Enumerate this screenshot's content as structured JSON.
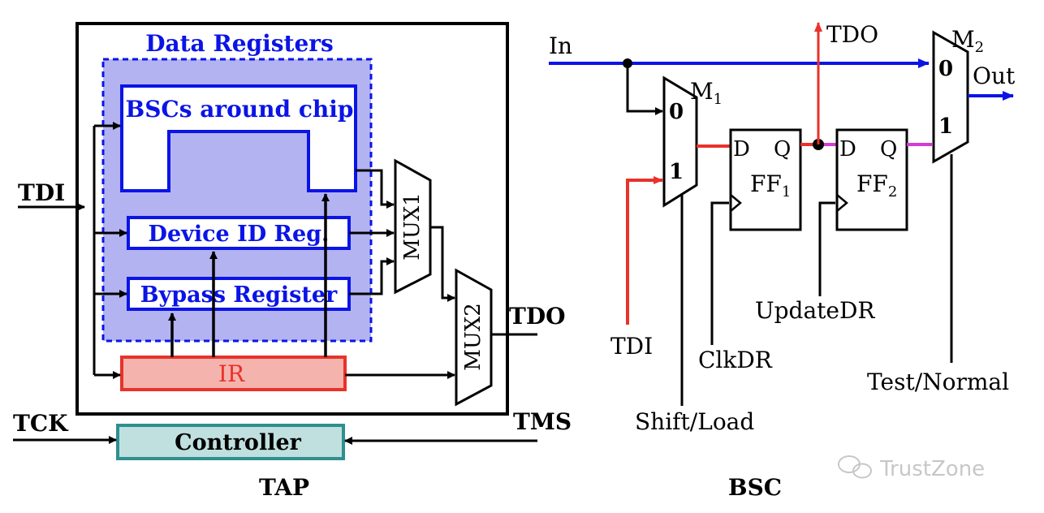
{
  "tap": {
    "caption": "TAP",
    "data_registers_label": "Data Registers",
    "bscs_label": "BSCs around chip",
    "device_id_label": "Device ID Reg.",
    "bypass_label": "Bypass Register",
    "ir_label": "IR",
    "mux1_label": "MUX1",
    "mux2_label": "MUX2",
    "controller_label": "Controller",
    "tdi_label": "TDI",
    "tdo_label": "TDO",
    "tck_label": "TCK",
    "tms_label": "TMS"
  },
  "bsc": {
    "caption": "BSC",
    "in_label": "In",
    "out_label": "Out",
    "tdo_label": "TDO",
    "tdi_label": "TDI",
    "m1_label": "M",
    "m1_sub": "1",
    "m2_label": "M",
    "m2_sub": "2",
    "mux_in0": "0",
    "mux_in1": "1",
    "ff1_label": "FF",
    "ff1_sub": "1",
    "ff2_label": "FF",
    "ff2_sub": "2",
    "d_label": "D",
    "q_label": "Q",
    "clkdr_label": "ClkDR",
    "updatedr_label": "UpdateDR",
    "shiftload_label": "Shift/Load",
    "testnormal_label": "Test/Normal"
  },
  "watermark": {
    "text": "TrustZone"
  },
  "colors": {
    "blue": "#0a14e6",
    "red": "#e8322a",
    "magenta": "#d63ad6",
    "register_fill": "#b3b3f2",
    "ir_fill": "#f4b4ad",
    "controller_fill": "#bfe0df",
    "controller_stroke": "#2e8f8f"
  }
}
